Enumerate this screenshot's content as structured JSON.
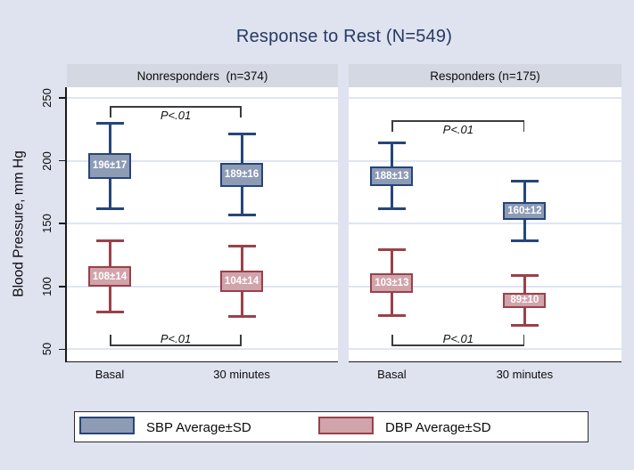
{
  "title": "Response to Rest (N=549)",
  "ylabel": "Blood Pressure, mm Hg",
  "colors": {
    "background": "#dfe3f0",
    "panel_header_bg": "#d3d8e2",
    "plot_bg": "#ffffff",
    "grid": "#dfe5f3",
    "title_text": "#263a63",
    "axis_text": "#0c0c0c",
    "sbp_fill": "#8d9bb5",
    "sbp_border": "#26457a",
    "dbp_fill": "#d1a3ab",
    "dbp_border": "#9a4149",
    "bracket": "#3c3c3c"
  },
  "chart_data": {
    "type": "error-bar",
    "title": "Response to Rest (N=549)",
    "ylabel": "Blood Pressure, mm Hg",
    "ylim": [
      40,
      258
    ],
    "yticks": [
      50,
      100,
      150,
      200,
      250
    ],
    "grid": "on",
    "categories": [
      "Basal",
      "30 minutes"
    ],
    "panels": [
      {
        "header": "Nonresponders  (n=374)",
        "sbp": {
          "means": [
            196,
            189
          ],
          "sds": [
            17,
            16
          ],
          "labels": [
            "196±17",
            "189±16"
          ],
          "p_label": "P<.01"
        },
        "dbp": {
          "means": [
            108,
            104
          ],
          "sds": [
            14,
            14
          ],
          "labels": [
            "108±14",
            "104±14"
          ],
          "p_label": "P<.01"
        }
      },
      {
        "header": "Responders (n=175)",
        "sbp": {
          "means": [
            188,
            160
          ],
          "sds": [
            13,
            12
          ],
          "labels": [
            "188±13",
            "160±12"
          ],
          "p_label": "P<.01"
        },
        "dbp": {
          "means": [
            103,
            89
          ],
          "sds": [
            13,
            10
          ],
          "labels": [
            "103±13",
            "89±10"
          ],
          "p_label": "P<.01"
        }
      }
    ],
    "legend": [
      {
        "series": "sbp",
        "label": "SBP Average±SD"
      },
      {
        "series": "dbp",
        "label": "DBP Average±SD"
      }
    ],
    "legend_position": "bottom"
  }
}
